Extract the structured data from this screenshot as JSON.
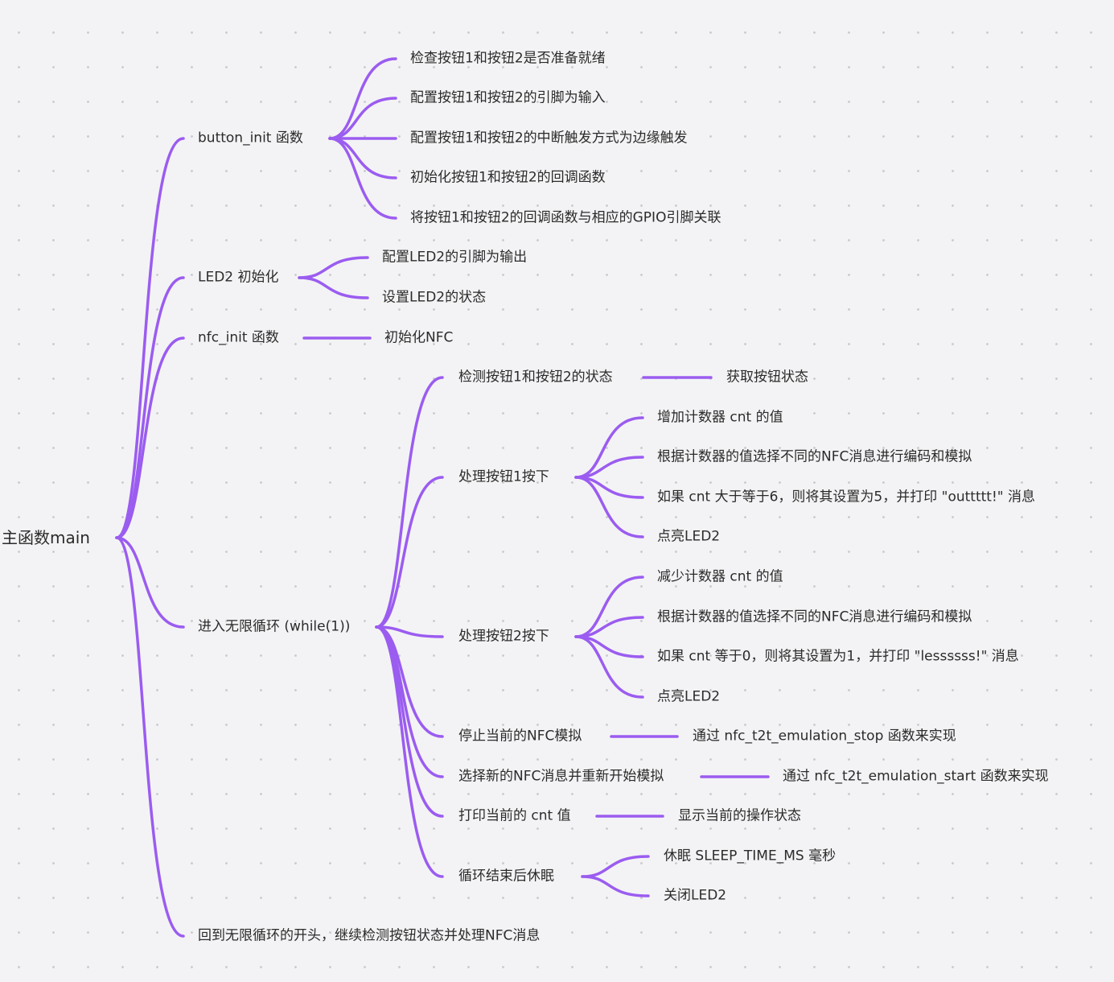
{
  "accent_color": "#9b5cf0",
  "root": {
    "id": "root",
    "label": "主函数main"
  },
  "nodes": [
    {
      "id": "n1",
      "parent": "root",
      "label": "button_init 函数"
    },
    {
      "id": "n1_1",
      "parent": "n1",
      "label": "检查按钮1和按钮2是否准备就绪"
    },
    {
      "id": "n1_2",
      "parent": "n1",
      "label": "配置按钮1和按钮2的引脚为输入"
    },
    {
      "id": "n1_3",
      "parent": "n1",
      "label": "配置按钮1和按钮2的中断触发方式为边缘触发"
    },
    {
      "id": "n1_4",
      "parent": "n1",
      "label": "初始化按钮1和按钮2的回调函数"
    },
    {
      "id": "n1_5",
      "parent": "n1",
      "label": "将按钮1和按钮2的回调函数与相应的GPIO引脚关联"
    },
    {
      "id": "n2",
      "parent": "root",
      "label": "LED2 初始化"
    },
    {
      "id": "n2_1",
      "parent": "n2",
      "label": "配置LED2的引脚为输出"
    },
    {
      "id": "n2_2",
      "parent": "n2",
      "label": "设置LED2的状态"
    },
    {
      "id": "n3",
      "parent": "root",
      "label": "nfc_init 函数"
    },
    {
      "id": "n3_1",
      "parent": "n3",
      "label": "初始化NFC"
    },
    {
      "id": "n4",
      "parent": "root",
      "label": "进入无限循环 (while(1))"
    },
    {
      "id": "n4_1",
      "parent": "n4",
      "label": "检测按钮1和按钮2的状态"
    },
    {
      "id": "n4_1_1",
      "parent": "n4_1",
      "label": "获取按钮状态"
    },
    {
      "id": "n4_2",
      "parent": "n4",
      "label": "处理按钮1按下"
    },
    {
      "id": "n4_2_1",
      "parent": "n4_2",
      "label": "增加计数器 cnt 的值"
    },
    {
      "id": "n4_2_2",
      "parent": "n4_2",
      "label": "根据计数器的值选择不同的NFC消息进行编码和模拟"
    },
    {
      "id": "n4_2_3",
      "parent": "n4_2",
      "label": "如果 cnt 大于等于6，则将其设置为5，并打印 \"outtttt!\" 消息"
    },
    {
      "id": "n4_2_4",
      "parent": "n4_2",
      "label": "点亮LED2"
    },
    {
      "id": "n4_3",
      "parent": "n4",
      "label": "处理按钮2按下"
    },
    {
      "id": "n4_3_1",
      "parent": "n4_3",
      "label": "减少计数器 cnt 的值"
    },
    {
      "id": "n4_3_2",
      "parent": "n4_3",
      "label": "根据计数器的值选择不同的NFC消息进行编码和模拟"
    },
    {
      "id": "n4_3_3",
      "parent": "n4_3",
      "label": "如果 cnt 等于0，则将其设置为1，并打印 \"lessssss!\" 消息"
    },
    {
      "id": "n4_3_4",
      "parent": "n4_3",
      "label": "点亮LED2"
    },
    {
      "id": "n4_4",
      "parent": "n4",
      "label": "停止当前的NFC模拟"
    },
    {
      "id": "n4_4_1",
      "parent": "n4_4",
      "label": "通过 nfc_t2t_emulation_stop 函数来实现"
    },
    {
      "id": "n4_5",
      "parent": "n4",
      "label": "选择新的NFC消息并重新开始模拟"
    },
    {
      "id": "n4_5_1",
      "parent": "n4_5",
      "label": "通过 nfc_t2t_emulation_start 函数来实现"
    },
    {
      "id": "n4_6",
      "parent": "n4",
      "label": "打印当前的 cnt 值"
    },
    {
      "id": "n4_6_1",
      "parent": "n4_6",
      "label": "显示当前的操作状态"
    },
    {
      "id": "n4_7",
      "parent": "n4",
      "label": "循环结束后休眠"
    },
    {
      "id": "n4_7_1",
      "parent": "n4_7",
      "label": "休眠 SLEEP_TIME_MS 毫秒"
    },
    {
      "id": "n4_7_2",
      "parent": "n4_7",
      "label": "关闭LED2"
    },
    {
      "id": "n5",
      "parent": "root",
      "label": "回到无限循环的开头，继续检测按钮状态并处理NFC消息"
    }
  ]
}
